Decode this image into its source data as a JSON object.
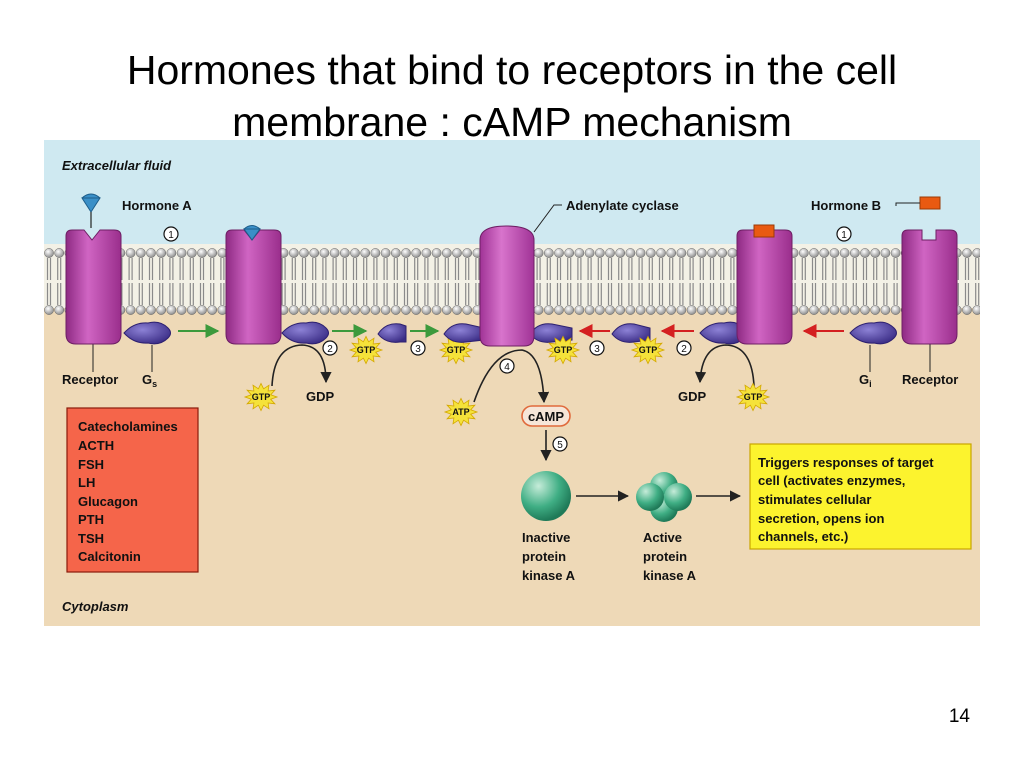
{
  "slide": {
    "title_line1": "Hormones that bind to receptors in the cell",
    "title_line2": "membrane : cAMP mechanism",
    "page_number": "14"
  },
  "figure": {
    "region_top": "Extracellular fluid",
    "region_bottom": "Cytoplasm",
    "hormone_a": "Hormone A",
    "hormone_b": "Hormone B",
    "adenylate_cyclase": "Adenylate cyclase",
    "receptor_left": "Receptor",
    "receptor_right": "Receptor",
    "gs_main": "G",
    "gs_sub": "s",
    "gi_main": "G",
    "gi_sub": "i",
    "gtp": "GTP",
    "gdp": "GDP",
    "atp": "ATP",
    "camp": "cAMP",
    "steps": [
      "1",
      "2",
      "3",
      "4",
      "5"
    ],
    "hormone_list": [
      "Catecholamines",
      "ACTH",
      "FSH",
      "LH",
      "Glucagon",
      "PTH",
      "TSH",
      "Calcitonin"
    ],
    "inactive_kinase": [
      "Inactive",
      "protein",
      "kinase A"
    ],
    "active_kinase": [
      "Active",
      "protein",
      "kinase A"
    ],
    "response_text": [
      "Triggers responses of target",
      "cell (activates enzymes,",
      "stimulates cellular",
      "secretion, opens ion",
      "channels, etc.)"
    ]
  },
  "colors": {
    "extracellular": "#cfe9f1",
    "cytoplasm": "#eed9b7",
    "receptor": "#b43aa6",
    "g_protein": "#5a4aa8",
    "gtp_star": "#f5e23a",
    "hormone_list_box": "#f5654a",
    "response_box": "#fcf32e",
    "kinase": "#3aa880",
    "stimulatory_arrow": "#3c9a3c",
    "inhibitory_arrow": "#d42020"
  }
}
